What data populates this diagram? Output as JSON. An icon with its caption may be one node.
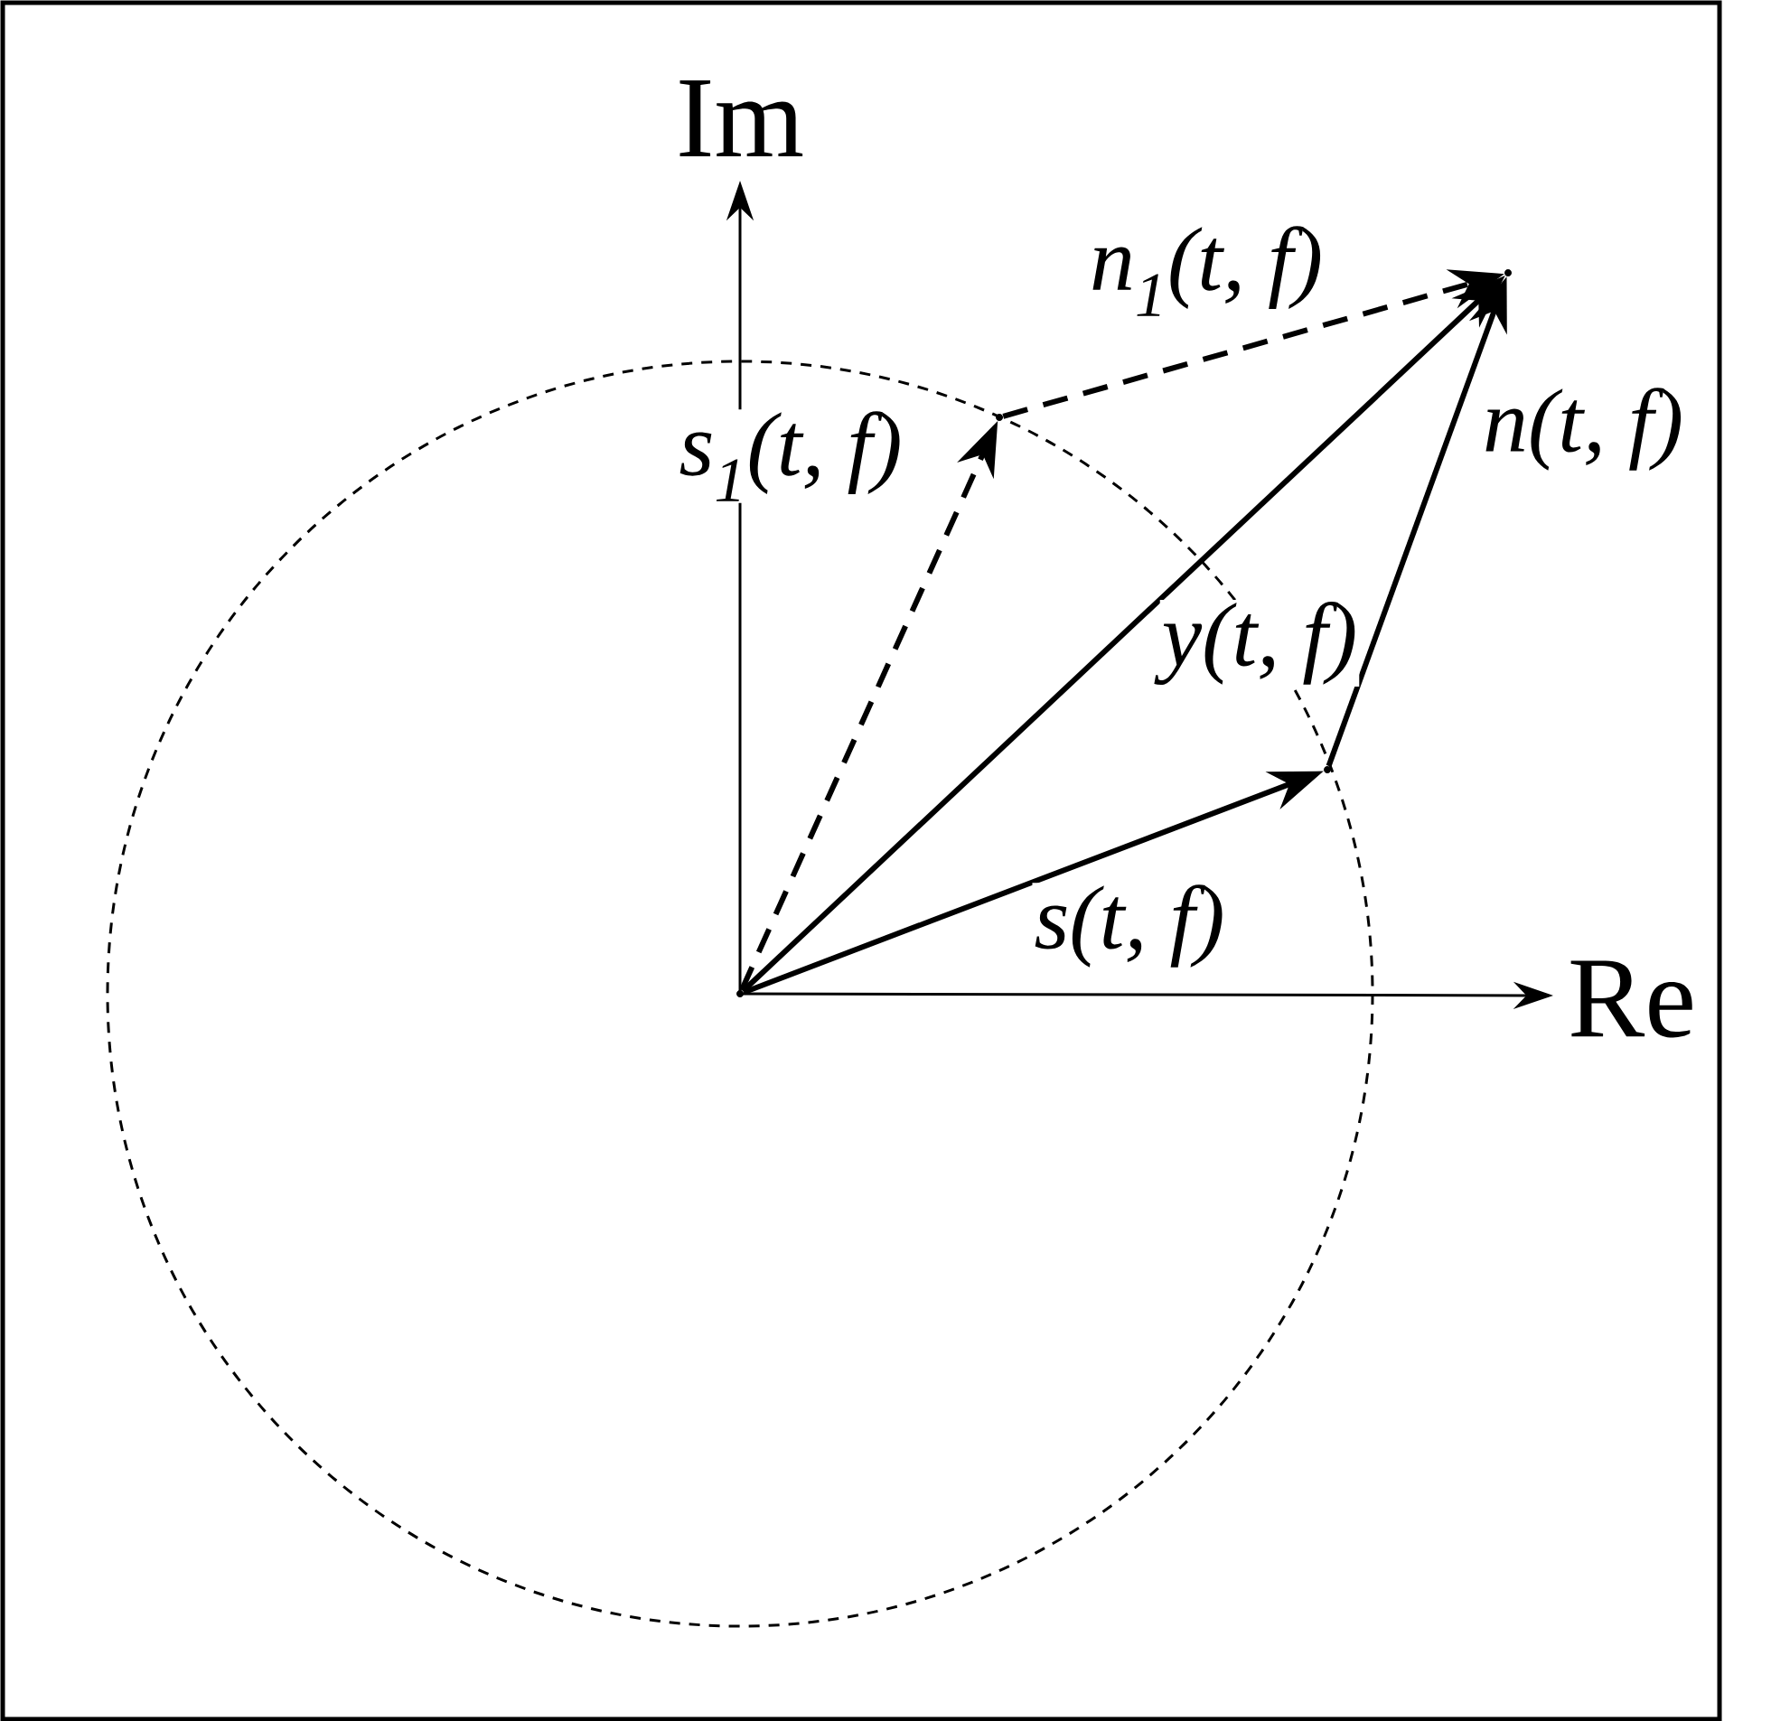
{
  "diagram": {
    "nodes": [
      {
        "text": [],
        "shape": "dot"
      },
      {
        "text": [],
        "shape": "dot"
      },
      {
        "text": [],
        "shape": "dot"
      },
      {
        "text": [],
        "shape": "dot"
      }
    ],
    "edges": [
      {
        "from": 0,
        "to": 1,
        "arrow": "to",
        "label": "s(t, f)"
      },
      {
        "from": 1,
        "to": 2,
        "arrow": "to",
        "label": "n(t, f)"
      },
      {
        "from": 0,
        "to": 2,
        "arrow": "to",
        "label": "y(t, f)"
      },
      {
        "from": 0,
        "to": 3,
        "arrow": "to",
        "label": "s$_{1}$(t, f)",
        "style": "dashed"
      },
      {
        "from": 3,
        "to": 2,
        "arrow": "to",
        "label": "n$_{1}$(t, f)",
        "style": "dashed"
      }
    ],
    "labels": [
      "Im",
      "Re"
    ]
  }
}
